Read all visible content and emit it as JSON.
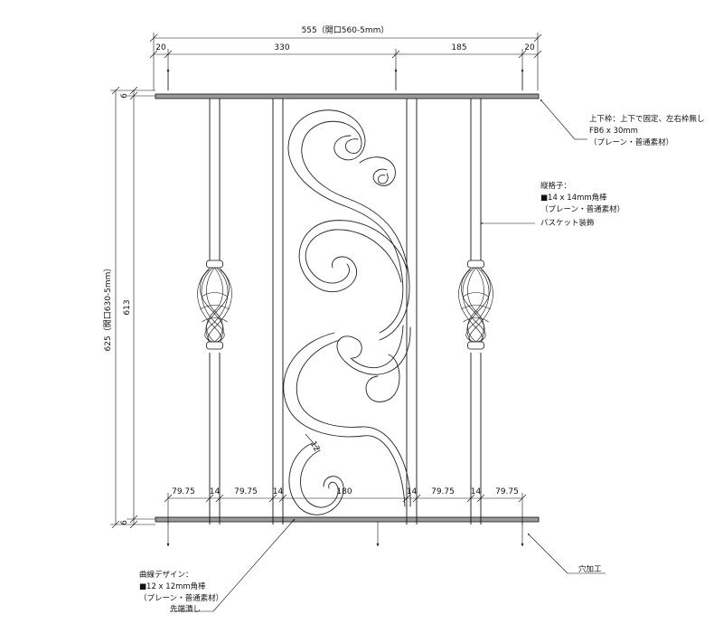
{
  "dimensions": {
    "overall_width": "555（開口560-5mm）",
    "top_segments": [
      "20",
      "330",
      "185",
      "20"
    ],
    "overall_height": "625（開口630-5mm）",
    "inner_height": "613",
    "rail_thickness_top": "6",
    "rail_thickness_bottom": "6",
    "bottom_segments": [
      "79.75",
      "14",
      "79.75",
      "14",
      "180",
      "14",
      "79.75",
      "14",
      "79.75"
    ],
    "scroll_bar_size": "12"
  },
  "notes": {
    "frame": [
      "上下枠：上下で固定、左右枠無し",
      "FB6 x 30mm",
      "（プレーン・普通素材）"
    ],
    "vertical_bars": [
      "縦格子：",
      "■14 x 14mm角棒",
      "（プレーン・普通素材）",
      "バスケット装飾"
    ],
    "scroll": [
      "曲線デザイン：",
      "■12 x 12mm角棒",
      "（プレーン・普通素材）",
      "先端潰し"
    ],
    "holes": "穴加工"
  }
}
